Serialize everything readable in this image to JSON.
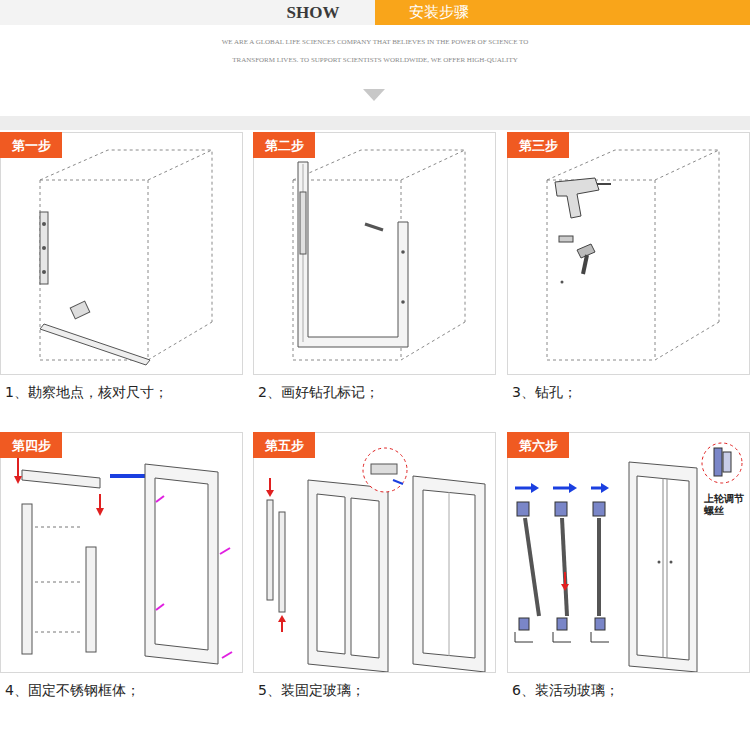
{
  "diagram": {
    "nodes": [
      {
        "text": [
          "SHOW"
        ]
      },
      {
        "text": [
          "安装步骤"
        ],
        "in": 0
      },
      {
        "text": [
          "1、勘察地点，核对尺寸；"
        ]
      },
      {
        "text": [
          "第一步"
        ],
        "in": 2
      },
      {
        "text": [
          "2、画好钻孔标记；"
        ]
      },
      {
        "text": [
          "第二步"
        ],
        "in": 4
      },
      {
        "text": [
          "3、钻孔；"
        ]
      },
      {
        "text": [
          "第三步"
        ],
        "in": 6
      },
      {
        "text": [
          "4、固定不锈钢框体；"
        ]
      },
      {
        "text": [
          "第四步"
        ],
        "in": 8
      },
      {
        "text": [
          "5、装固定玻璃；"
        ]
      },
      {
        "text": [
          "第五步"
        ],
        "in": 10
      },
      {
        "text": [
          "6、装活动玻璃；"
        ]
      },
      {
        "text": [
          "第六步"
        ],
        "in": 12
      }
    ],
    "labels": [
      "WE ARE A GLOBAL LIFE SCIENCES COMPANY THAT BELIEVES IN THE POWER OF SCIENCE TO TRANSFORM LIVES. TO SUPPORT SCIENTISTS WORLDWIDE, WE OFFER HIGH-QUALITY",
      "上轮调节 螺丝"
    ]
  }
}
